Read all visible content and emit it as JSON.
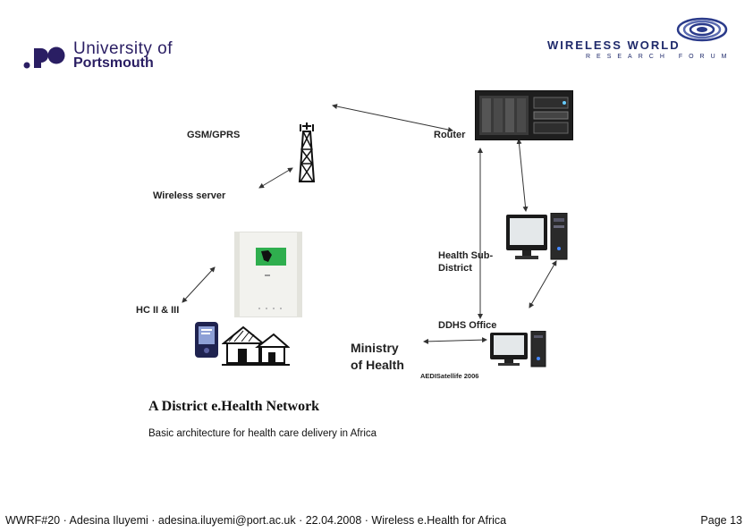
{
  "header": {
    "university": {
      "line1": "University of",
      "line2": "Portsmouth"
    },
    "forum": {
      "line1": "WIRELESS WORLD",
      "line2": "RESEARCH FORUM"
    }
  },
  "diagram": {
    "labels": {
      "gsm": "GSM/GPRS",
      "router": "Router",
      "wireless_server": "Wireless server",
      "health_sub_district_1": "Health Sub-",
      "health_sub_district_2": "District",
      "hc": "HC II & III",
      "ddhs": "DDHS Office",
      "ministry_1": "Ministry",
      "ministry_2": "of Health",
      "credit": "AEDISatellife 2006"
    }
  },
  "caption": {
    "title": "A District e.Health Network",
    "subtitle": "Basic architecture for health care delivery in Africa"
  },
  "footer": {
    "text": "WWRF#20  ·  Adesina Iluyemi · adesina.iluyemi@port.ac.uk · 22.04.2008 · Wireless e.Health for Africa",
    "page": "Page 13"
  },
  "colors": {
    "brand_navy": "#2a1e63",
    "forum_blue": "#1f2a6b"
  }
}
